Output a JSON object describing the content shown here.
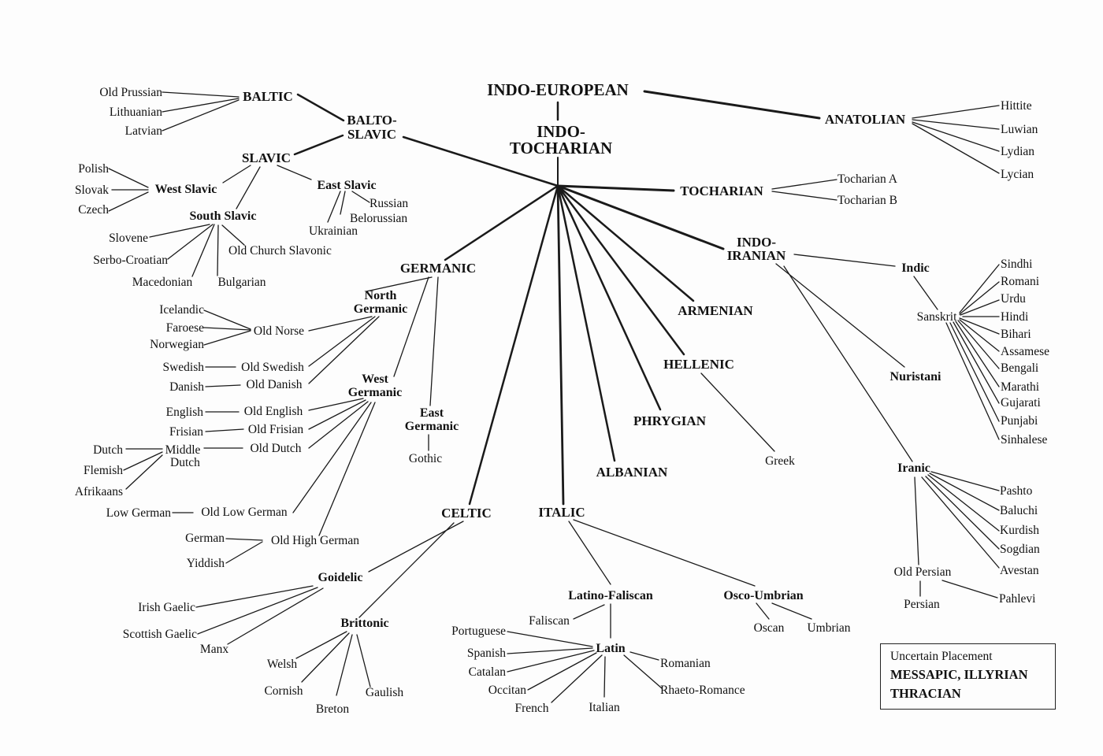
{
  "nodes": {
    "indo_european": "INDO-EUROPEAN",
    "indo_tocharian_1": "INDO-",
    "indo_tocharian_2": "TOCHARIAN",
    "anatolian": "ANATOLIAN",
    "hittite": "Hittite",
    "luwian": "Luwian",
    "lydian": "Lydian",
    "lycian": "Lycian",
    "tocharian": "TOCHARIAN",
    "tocharian_a": "Tocharian A",
    "tocharian_b": "Tocharian B",
    "balto_slavic_1": "BALTO-",
    "balto_slavic_2": "SLAVIC",
    "baltic": "BALTIC",
    "old_prussian": "Old Prussian",
    "lithuanian": "Lithuanian",
    "latvian": "Latvian",
    "slavic": "SLAVIC",
    "west_slavic": "West Slavic",
    "polish": "Polish",
    "slovak": "Slovak",
    "czech": "Czech",
    "east_slavic": "East Slavic",
    "russian": "Russian",
    "belorussian": "Belorussian",
    "ukrainian": "Ukrainian",
    "south_slavic": "South Slavic",
    "slovene": "Slovene",
    "serbo_croatian": "Serbo-Croatian",
    "macedonian": "Macedonian",
    "bulgarian": "Bulgarian",
    "old_church_slavonic": "Old Church Slavonic",
    "germanic": "GERMANIC",
    "north_germanic_1": "North",
    "north_germanic_2": "Germanic",
    "icelandic": "Icelandic",
    "faroese": "Faroese",
    "norwegian": "Norwegian",
    "old_norse": "Old Norse",
    "swedish": "Swedish",
    "old_swedish": "Old Swedish",
    "danish": "Danish",
    "old_danish": "Old Danish",
    "west_germanic_1": "West",
    "west_germanic_2": "Germanic",
    "english": "English",
    "old_english": "Old English",
    "frisian": "Frisian",
    "old_frisian": "Old Frisian",
    "dutch": "Dutch",
    "middle_dutch_1": "Middle",
    "middle_dutch_2": "Dutch",
    "old_dutch": "Old Dutch",
    "flemish": "Flemish",
    "afrikaans": "Afrikaans",
    "low_german": "Low German",
    "old_low_german": "Old Low German",
    "german": "German",
    "old_high_german": "Old High German",
    "yiddish": "Yiddish",
    "east_germanic_1": "East",
    "east_germanic_2": "Germanic",
    "gothic": "Gothic",
    "celtic": "CELTIC",
    "goidelic": "Goidelic",
    "irish_gaelic": "Irish Gaelic",
    "scottish_gaelic": "Scottish Gaelic",
    "manx": "Manx",
    "brittonic": "Brittonic",
    "welsh": "Welsh",
    "cornish": "Cornish",
    "breton": "Breton",
    "gaulish": "Gaulish",
    "italic": "ITALIC",
    "latino_faliscan": "Latino-Faliscan",
    "faliscan": "Faliscan",
    "latin": "Latin",
    "portuguese": "Portuguese",
    "spanish": "Spanish",
    "catalan": "Catalan",
    "occitan": "Occitan",
    "french": "French",
    "italian": "Italian",
    "romanian": "Romanian",
    "rhaeto_romance": "Rhaeto-Romance",
    "osco_umbrian": "Osco-Umbrian",
    "oscan": "Oscan",
    "umbrian": "Umbrian",
    "albanian": "ALBANIAN",
    "phrygian": "PHRYGIAN",
    "hellenic": "HELLENIC",
    "greek": "Greek",
    "armenian": "ARMENIAN",
    "indo_iranian_1": "INDO-",
    "indo_iranian_2": "IRANIAN",
    "indic": "Indic",
    "sanskrit": "Sanskrit",
    "sindhi": "Sindhi",
    "romani": "Romani",
    "urdu": "Urdu",
    "hindi": "Hindi",
    "bihari": "Bihari",
    "assamese": "Assamese",
    "bengali": "Bengali",
    "marathi": "Marathi",
    "gujarati": "Gujarati",
    "punjabi": "Punjabi",
    "sinhalese": "Sinhalese",
    "nuristani": "Nuristani",
    "iranic": "Iranic",
    "pashto": "Pashto",
    "baluchi": "Baluchi",
    "kurdish": "Kurdish",
    "sogdian": "Sogdian",
    "avestan": "Avestan",
    "old_persian": "Old Persian",
    "persian": "Persian",
    "pahlevi": "Pahlevi"
  },
  "uncertain": {
    "title": "Uncertain Placement",
    "line1": "MESSAPIC, ILLYRIAN",
    "line2": "THRACIAN"
  }
}
